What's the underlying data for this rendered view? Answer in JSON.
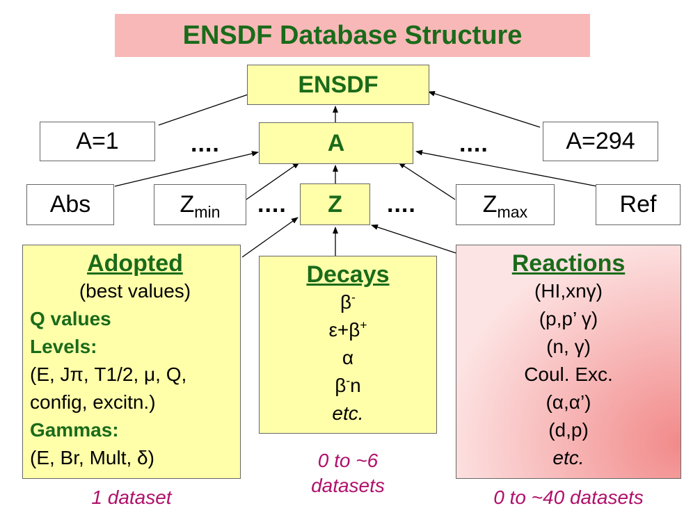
{
  "title": "ENSDF Database Structure",
  "top": {
    "label": "ENSDF"
  },
  "row_a": {
    "left": "A=1",
    "left_dots": "....",
    "center": "A",
    "right_dots": "....",
    "right": "A=294"
  },
  "row_z": {
    "abs": "Abs",
    "zmin_main": "Z",
    "zmin_sub": "min",
    "left_dots": "....",
    "center": "Z",
    "right_dots": "....",
    "zmax_main": "Z",
    "zmax_sub": "max",
    "ref": "Ref"
  },
  "adopted": {
    "heading": "Adopted",
    "subheading": "(best values)",
    "q_values": "Q values",
    "levels": "Levels:",
    "levels_line1": "(E, Jπ, T1/2, μ, Q,",
    "levels_line2": "config, excitn.)",
    "gammas": "Gammas:",
    "gammas_line": "(E, Br, Mult, δ)",
    "footer": "1 dataset"
  },
  "decays": {
    "heading": "Decays",
    "beta_minus_base": "β",
    "beta_minus_sup": "-",
    "ec_base": "ε+β",
    "ec_sup": "+",
    "alpha": "α",
    "betan_base": "β",
    "betan_sup": "-",
    "betan_tail": "n",
    "etc": "etc.",
    "footer_line1": "0 to ~6",
    "footer_line2": "datasets"
  },
  "reactions": {
    "heading": "Reactions",
    "items": [
      "(HI,xnγ)",
      "(p,p’ γ)",
      "(n, γ)",
      "Coul. Exc.",
      "(α,α’)",
      "(d,p)"
    ],
    "etc": "etc.",
    "footer": "0 to ~40 datasets"
  },
  "colors": {
    "title_bg": "#f8b8b8",
    "title_text": "#1a6b1a",
    "node_yellow": "#ffffaa",
    "reactions_gradient": [
      "#f28a8a",
      "#fde4e4"
    ],
    "footer_text": "#b0106a"
  }
}
